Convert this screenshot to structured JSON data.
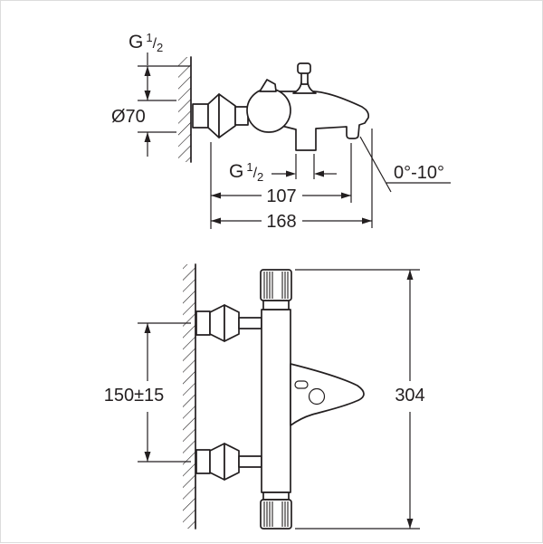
{
  "drawing": {
    "side_view": {
      "thread_top": {
        "prefix": "G",
        "num": "1",
        "slash": "/",
        "den": "2"
      },
      "escutcheon_diameter": "Ø70",
      "outlet_thread": {
        "prefix": "G",
        "num": "1",
        "slash": "/",
        "den": "2"
      },
      "spout_angle": "0°-10°",
      "dim_wall_to_outlet": "107",
      "dim_wall_to_tip": "168"
    },
    "front_view": {
      "dim_inlet_spacing": "150±15",
      "dim_overall_width": "304"
    },
    "colors": {
      "ink": "#231f20",
      "background": "#ffffff"
    }
  }
}
